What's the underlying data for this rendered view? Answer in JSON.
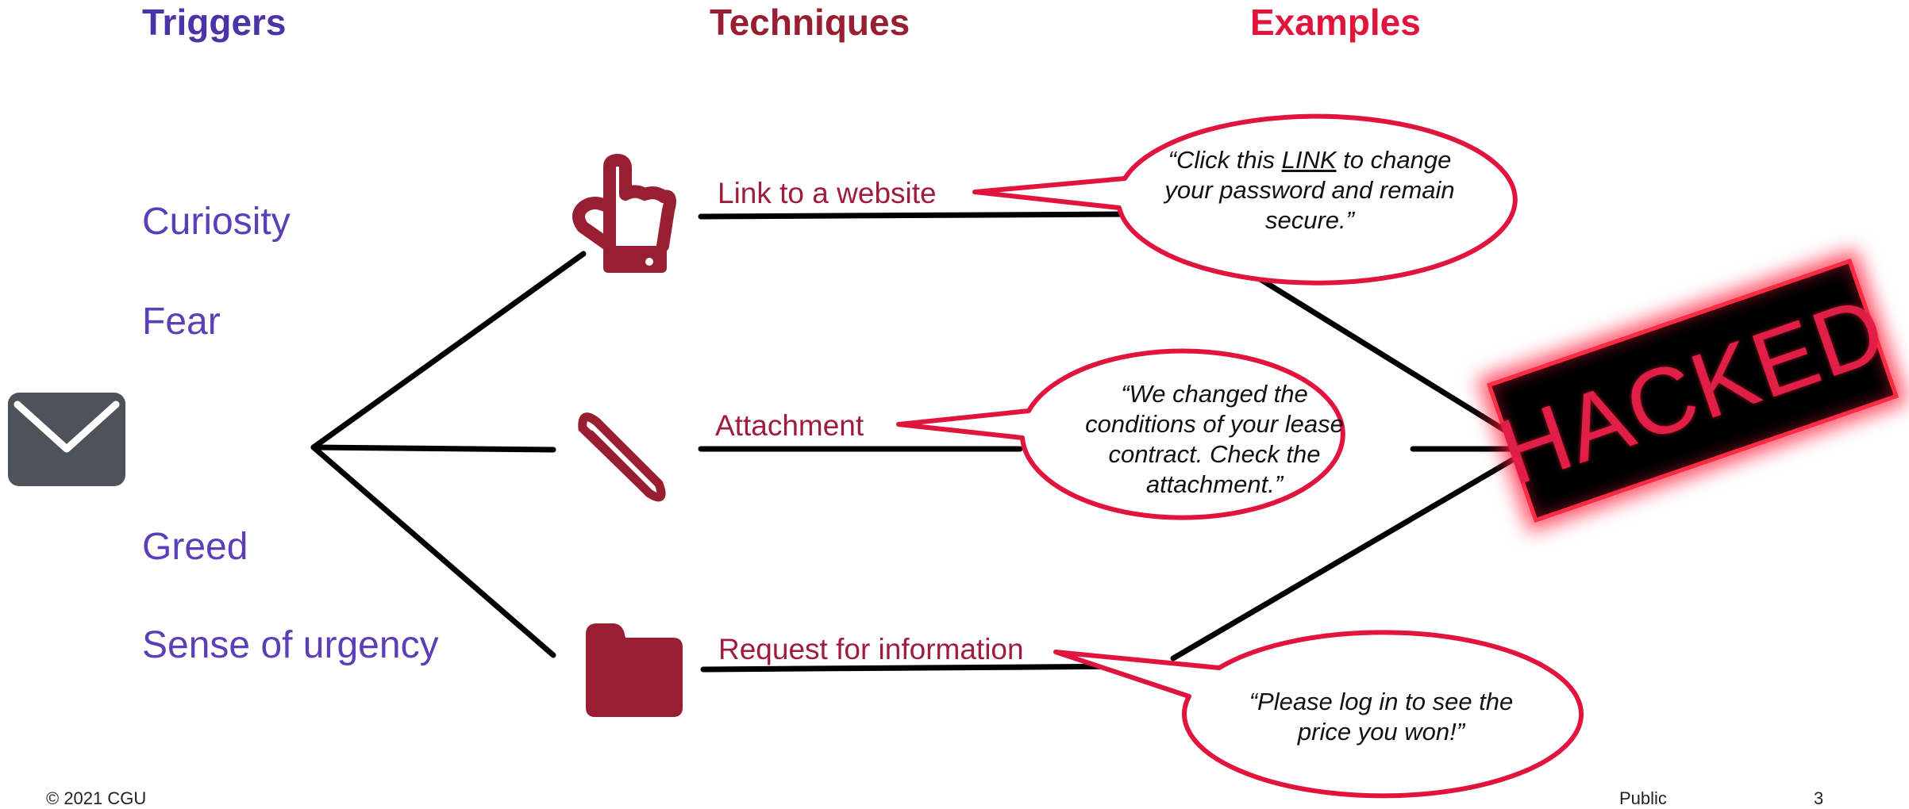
{
  "headers": {
    "triggers": "Triggers",
    "techniques": "Techniques",
    "examples": "Examples"
  },
  "triggers": [
    "Curiosity",
    "Fear",
    "Greed",
    "Sense of urgency"
  ],
  "techniques": [
    {
      "label": "Link to a website",
      "icon": "pointing-hand-icon"
    },
    {
      "label": "Attachment",
      "icon": "paperclip-icon"
    },
    {
      "label": "Request for information",
      "icon": "folder-icon"
    }
  ],
  "examples": {
    "link": {
      "pre": "“Click this ",
      "link": "LINK",
      "post": " to change your password and remain secure.”"
    },
    "attachment": "“We changed the conditions of your lease contract. Check the attachment.”",
    "request": "“Please log in to see the price you won!”"
  },
  "stamp": "HACKED",
  "source_icon": "envelope-icon",
  "colors": {
    "triggers": "#5a3fb8",
    "techniques": "#a01c3c",
    "examples": "#e0143c",
    "bubble_stroke": "#e0143c",
    "icon": "#981e32",
    "envelope": "#4d5359"
  },
  "footer": {
    "left": "© 2021 CGU",
    "right": "Public",
    "page": "3"
  }
}
